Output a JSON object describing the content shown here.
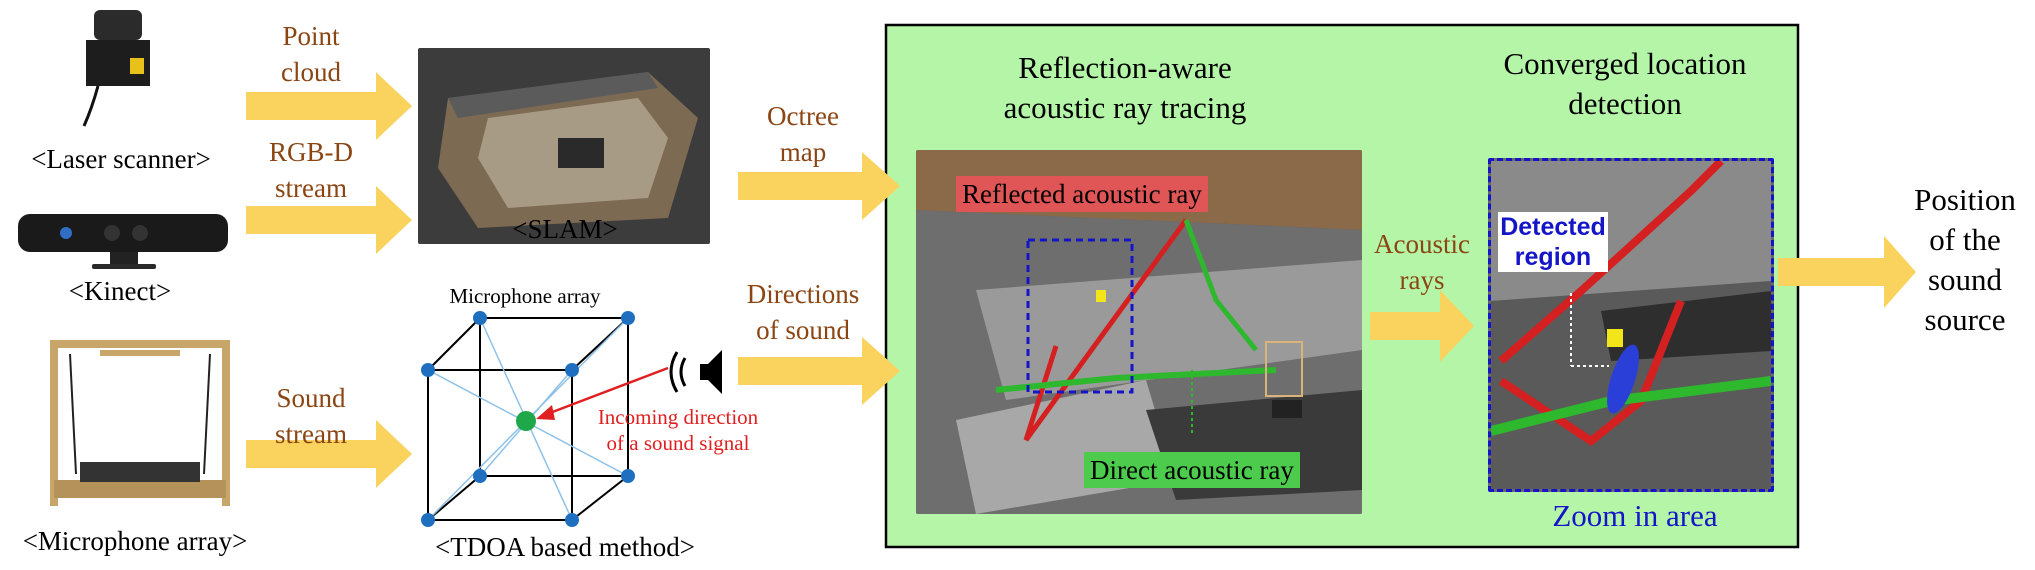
{
  "inputs": {
    "laser_scanner_caption": "<Laser scanner>",
    "kinect_caption": "<Kinect>",
    "mic_array_caption": "<Microphone array>"
  },
  "arrows": {
    "point_cloud": [
      "Point",
      "cloud"
    ],
    "rgbd_stream": [
      "RGB-D",
      "stream"
    ],
    "sound_stream": [
      "Sound",
      "stream"
    ],
    "octree_map": [
      "Octree",
      "map"
    ],
    "directions_of_sound": [
      "Directions",
      "of sound"
    ],
    "acoustic_rays": [
      "Acoustic",
      "rays"
    ]
  },
  "slam": {
    "caption": "<SLAM>"
  },
  "tdoa": {
    "caption": "<TDOA based method>",
    "top_label": "Microphone array",
    "incoming_label": [
      "Incoming direction",
      "of a sound signal"
    ]
  },
  "panel": {
    "ray_tracing_title": [
      "Reflection-aware",
      "acoustic ray tracing"
    ],
    "reflected_label": "Reflected acoustic ray",
    "direct_label": "Direct acoustic ray",
    "converged_title": [
      "Converged location",
      "detection"
    ],
    "detected_label": [
      "Detected",
      "region"
    ],
    "zoom_caption": "Zoom in area"
  },
  "output": {
    "label": [
      "Position",
      "of the",
      "sound",
      "source"
    ]
  },
  "colors": {
    "arrow_fill": "#F9D35E",
    "arrow_label": "#8B4513",
    "panel_bg": "#B5F5A8",
    "reflected_ray": "#D42020",
    "direct_ray": "#2DB82D",
    "detected_box": "#1515C8",
    "mic_node": "#1F6FC0",
    "source_node": "#1FA84A"
  },
  "icons": {
    "speaker": "speaker-icon"
  }
}
